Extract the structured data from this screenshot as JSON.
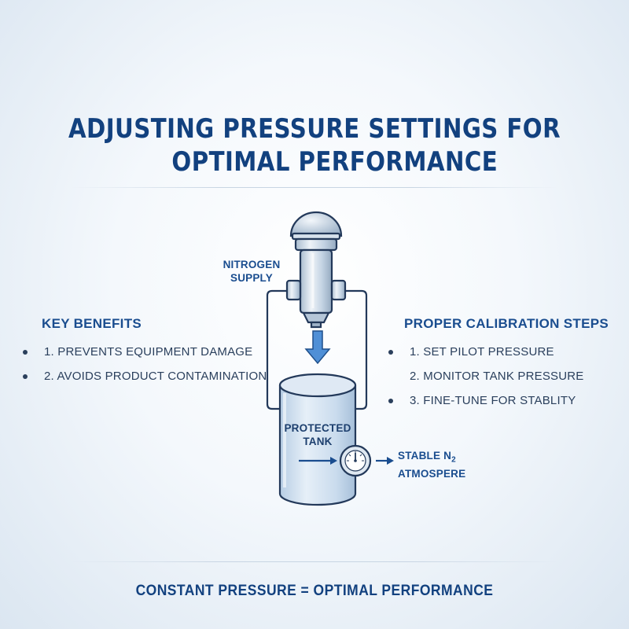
{
  "title": {
    "line1": "ADJUSTING PRESSURE SETTINGS FOR",
    "line2": "OPTIMAL PERFORMANCE"
  },
  "diagram": {
    "nitrogen_label": [
      "NITROGEN",
      "SUPPLY"
    ],
    "tank_label": [
      "PROTECTED",
      "TANK"
    ],
    "outlet_label": {
      "main": "STABLE N",
      "subscript": "2",
      "line2": "ATMOSPERE"
    }
  },
  "key_benefits": {
    "heading": "KEY BENEFITS",
    "items": [
      "1. PREVENTS EQUIPMENT DAMAGE",
      "2. AVOIDS PRODUCT CONTAMINATION"
    ]
  },
  "calibration": {
    "heading": "PROPER CALIBRATION STEPS",
    "items": [
      "1. SET PILOT PRESSURE",
      "2. MONITOR TANK PRESSURE",
      "3. FINE-TUNE FOR STABLITY"
    ],
    "bullets": [
      true,
      false,
      true
    ]
  },
  "footer": "CONSTANT PRESSURE = OPTIMAL PERFORMANCE",
  "colors": {
    "accent": "#12417f",
    "text": "#2a3f5c",
    "arrow_fill": "#4f8fd6",
    "tank_fill": "#cfdff0",
    "outline": "#23395a"
  }
}
